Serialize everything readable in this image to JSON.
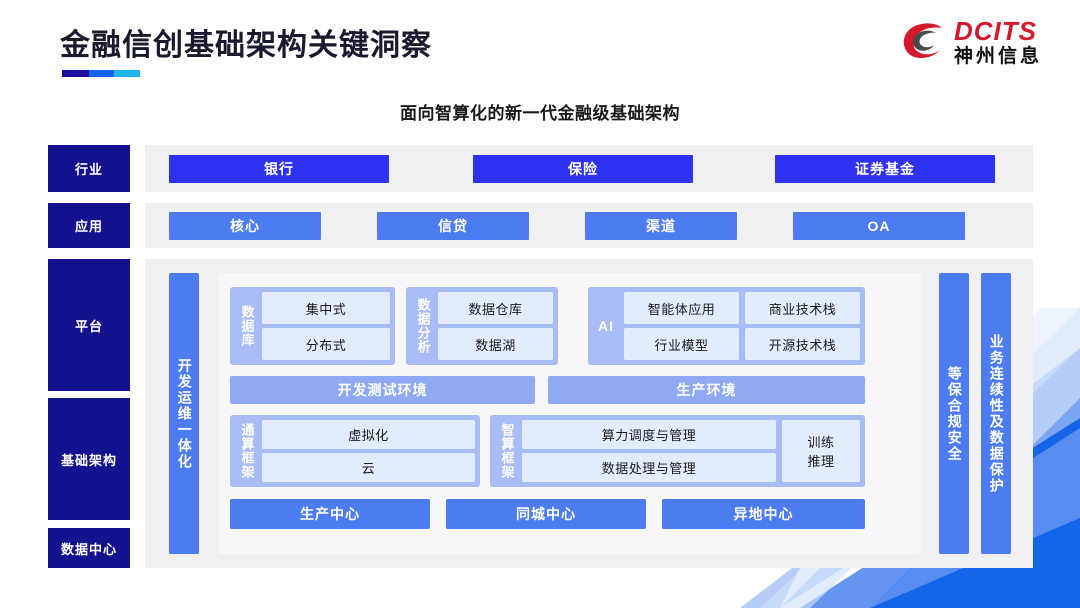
{
  "header": {
    "title": "金融信创基础架构关键洞察",
    "logo": {
      "en": "DCITS",
      "cn": "神州信息",
      "mark": "swoosh-logo-icon"
    },
    "subtitle": "面向智算化的新一代金融级基础架构"
  },
  "rail": {
    "industry": "行业",
    "application": "应用",
    "platform": "平台",
    "infrastructure": "基础架构",
    "datacenter": "数据中心"
  },
  "industry": {
    "items": [
      "银行",
      "保险",
      "证券基金"
    ]
  },
  "application": {
    "items": [
      "核心",
      "信贷",
      "渠道",
      "OA"
    ]
  },
  "sidebars": {
    "devops": "开发运维一体化",
    "security": "等保合规安全",
    "continuity": "业务连续性及数据保护"
  },
  "platform": {
    "database": {
      "label": "数据库",
      "items": [
        "集中式",
        "分布式"
      ]
    },
    "data_analysis": {
      "label": "数据分析",
      "items": [
        "数据仓库",
        "数据湖"
      ]
    },
    "ai": {
      "label": "AI",
      "col1": [
        "智能体应用",
        "行业模型"
      ],
      "col2": [
        "商业技术栈",
        "开源技术栈"
      ]
    },
    "environments": {
      "dev": "开发测试环境",
      "prod": "生产环境"
    }
  },
  "infrastructure": {
    "general_compute": {
      "label": "通算框架",
      "items": [
        "虚拟化",
        "云"
      ]
    },
    "ai_compute": {
      "label": "智算框架",
      "items": [
        "算力调度与管理",
        "数据处理与管理"
      ],
      "side": "训练\n推理"
    }
  },
  "datacenter": {
    "items": [
      "生产中心",
      "同城中心",
      "异地中心"
    ]
  },
  "colors": {
    "deep_blue": "#15128f",
    "bright_blue": "#2f31f0",
    "medium_blue": "#4d7cf0",
    "soft_blue": "#8fa9f2",
    "pale_blue": "#a8bdf5",
    "tile_blue": "#e3ecfd",
    "panel_gray": "#f0f0f2",
    "inner_gray": "#f7f7f9",
    "logo_red": "#d6182b"
  }
}
